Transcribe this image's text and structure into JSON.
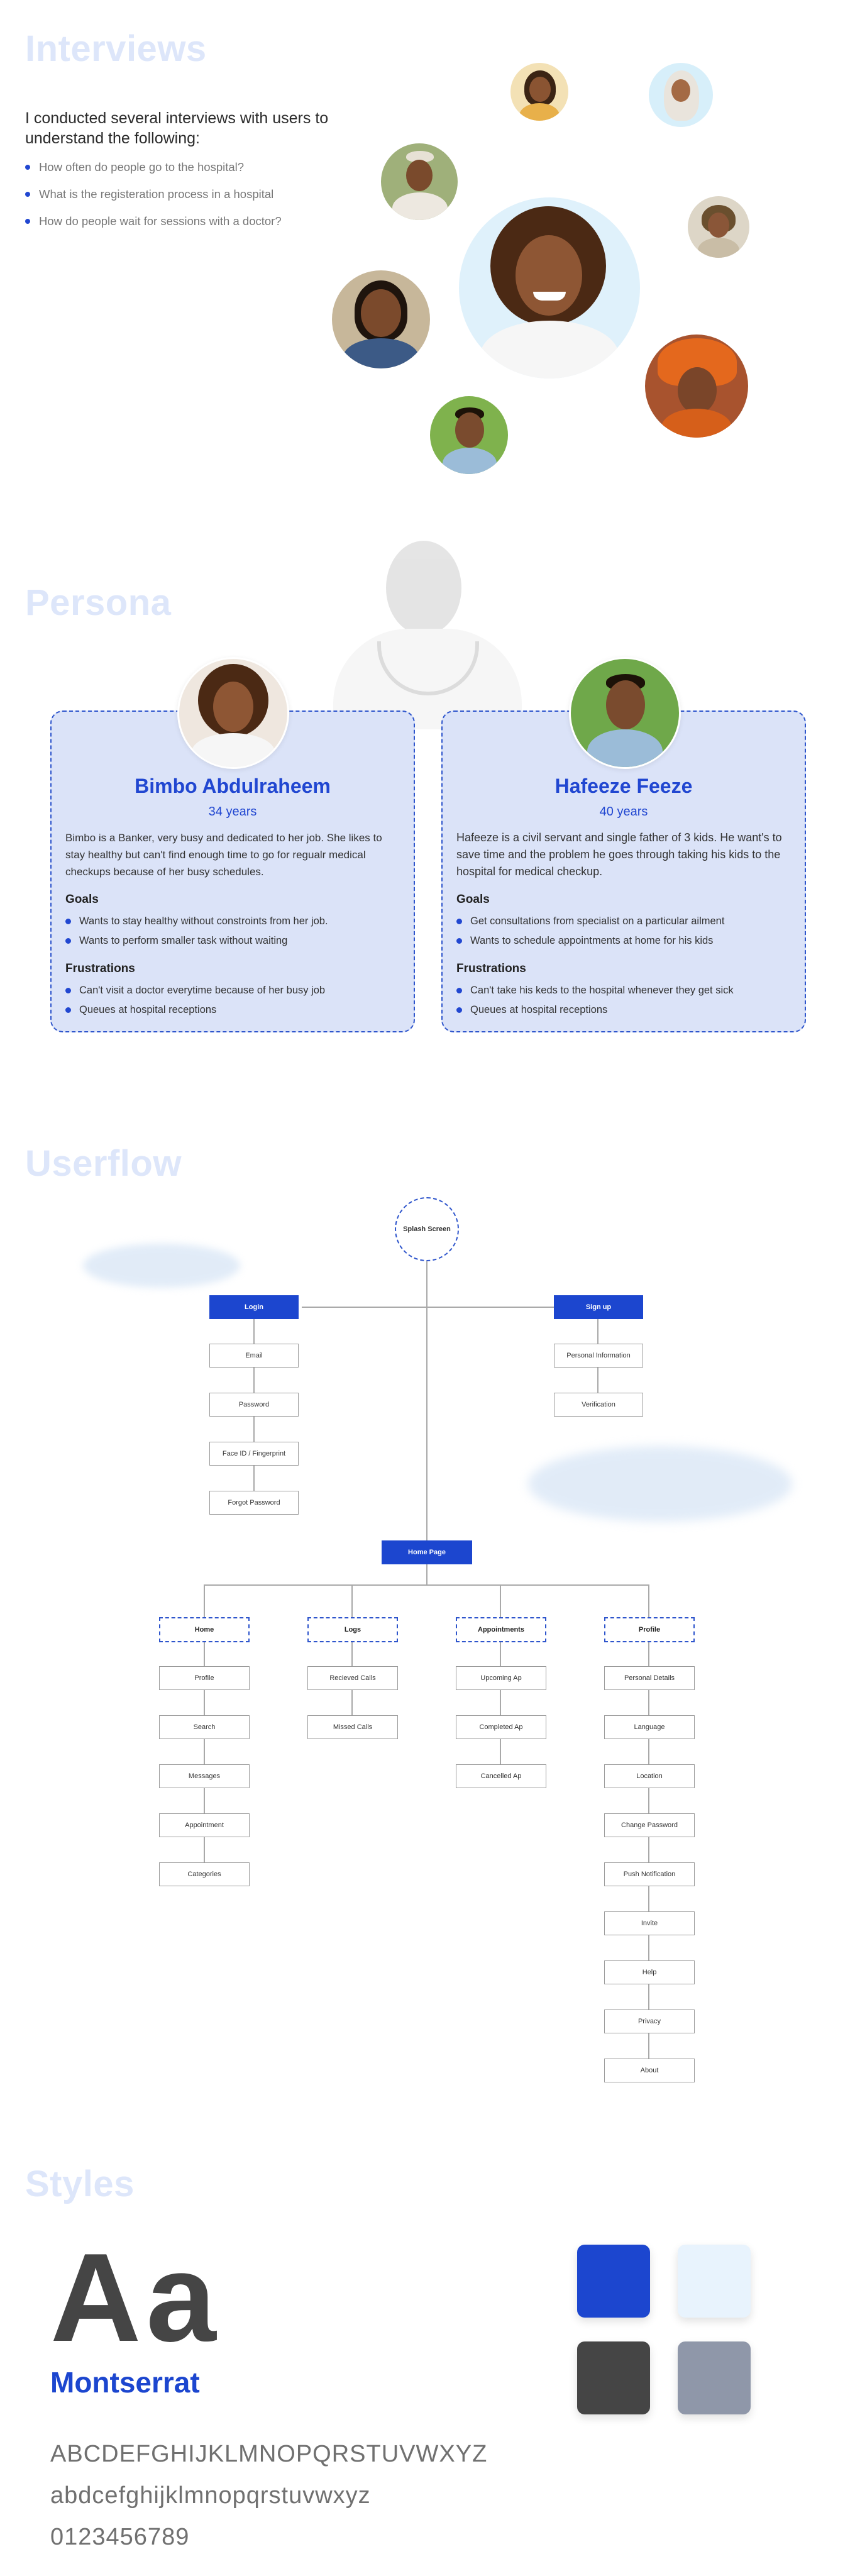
{
  "interviews": {
    "title": "Interviews",
    "intro": "I conducted several interviews with users to understand the following:",
    "questions": [
      "How often do people go to the hospital?",
      "What is the registeration process in a hospital",
      "How do people wait for sessions with a doctor?"
    ]
  },
  "persona": {
    "title": "Persona",
    "cards": [
      {
        "name": "Bimbo Abdulraheem",
        "age": "34 years",
        "bio": "Bimbo is a Banker, very busy and dedicated to her job. She likes to stay healthy but can't find enough time to go for regualr medical checkups because of her busy schedules.",
        "goals_label": "Goals",
        "goals": [
          "Wants to stay healthy without constroints from her job.",
          "Wants to perform smaller task without waiting"
        ],
        "frustrations_label": "Frustrations",
        "frustrations": [
          "Can't visit a doctor everytime because of her busy job",
          "Queues at hospital receptions"
        ]
      },
      {
        "name": "Hafeeze Feeze",
        "age": "40 years",
        "bio": "Hafeeze is a civil servant and single father of 3 kids. He want's to save time and the problem he goes through taking his kids to the hospital for medical checkup.",
        "goals_label": "Goals",
        "goals": [
          "Get consultations from specialist on a particular ailment",
          "Wants to schedule appointments at home for his kids"
        ],
        "frustrations_label": "Frustrations",
        "frustrations": [
          "Can't take his keds to the hospital whenever they get sick",
          "Queues at hospital receptions"
        ]
      }
    ]
  },
  "userflow": {
    "title": "Userflow",
    "splash": "Splash Screen",
    "login": "Login",
    "signup": "Sign up",
    "login_steps": [
      "Email",
      "Password",
      "Face ID / Fingerprint",
      "Forgot Password"
    ],
    "signup_steps": [
      "Personal Information",
      "Verification"
    ],
    "home_page": "Home Page",
    "branches": [
      {
        "label": "Home",
        "items": [
          "Profile",
          "Search",
          "Messages",
          "Appointment",
          "Categories"
        ]
      },
      {
        "label": "Logs",
        "items": [
          "Recieved Calls",
          "Missed Calls"
        ]
      },
      {
        "label": "Appointments",
        "items": [
          "Upcoming Ap",
          "Completed Ap",
          "Cancelled Ap"
        ]
      },
      {
        "label": "Profile",
        "items": [
          "Personal Details",
          "Language",
          "Location",
          "Change Password",
          "Push Notification",
          "Invite",
          "Help",
          "Privacy",
          "About"
        ]
      }
    ]
  },
  "styles": {
    "title": "Styles",
    "sample": "Aa",
    "font_name": "Montserrat",
    "uppercase": "ABCDEFGHIJKLMNOPQRSTUVWXYZ",
    "lowercase": "abdcefghijklmnopqrstuvwxyz",
    "digits": "0123456789",
    "colors": [
      "#1c46cf",
      "#e8f3fd",
      "#454545",
      "#8f97a9"
    ]
  }
}
